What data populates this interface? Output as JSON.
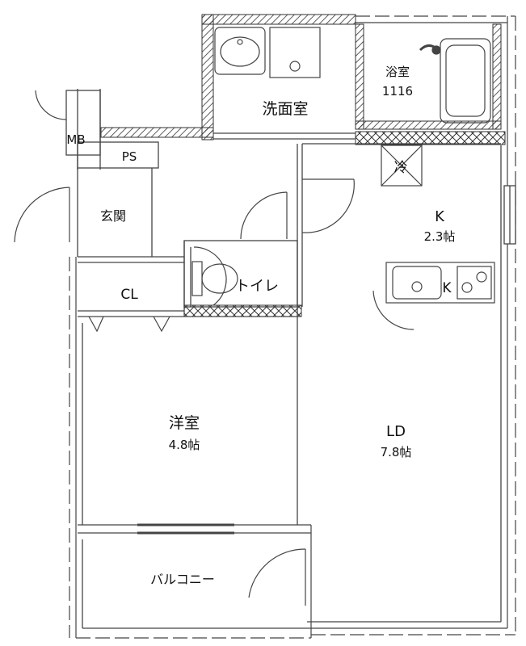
{
  "rooms": {
    "washroom": "洗面室",
    "bath": "浴室",
    "bath_size": "1116",
    "mb": "MB",
    "ps": "PS",
    "entrance": "玄関",
    "fridge": "冷",
    "kitchen": "K",
    "kitchen_size": "2.3帖",
    "kitchen_counter": "K",
    "toilet": "トイレ",
    "closet": "CL",
    "western_room": "洋室",
    "western_room_size": "4.8帖",
    "ld": "LD",
    "ld_size": "7.8帖",
    "balcony": "バルコニー"
  }
}
